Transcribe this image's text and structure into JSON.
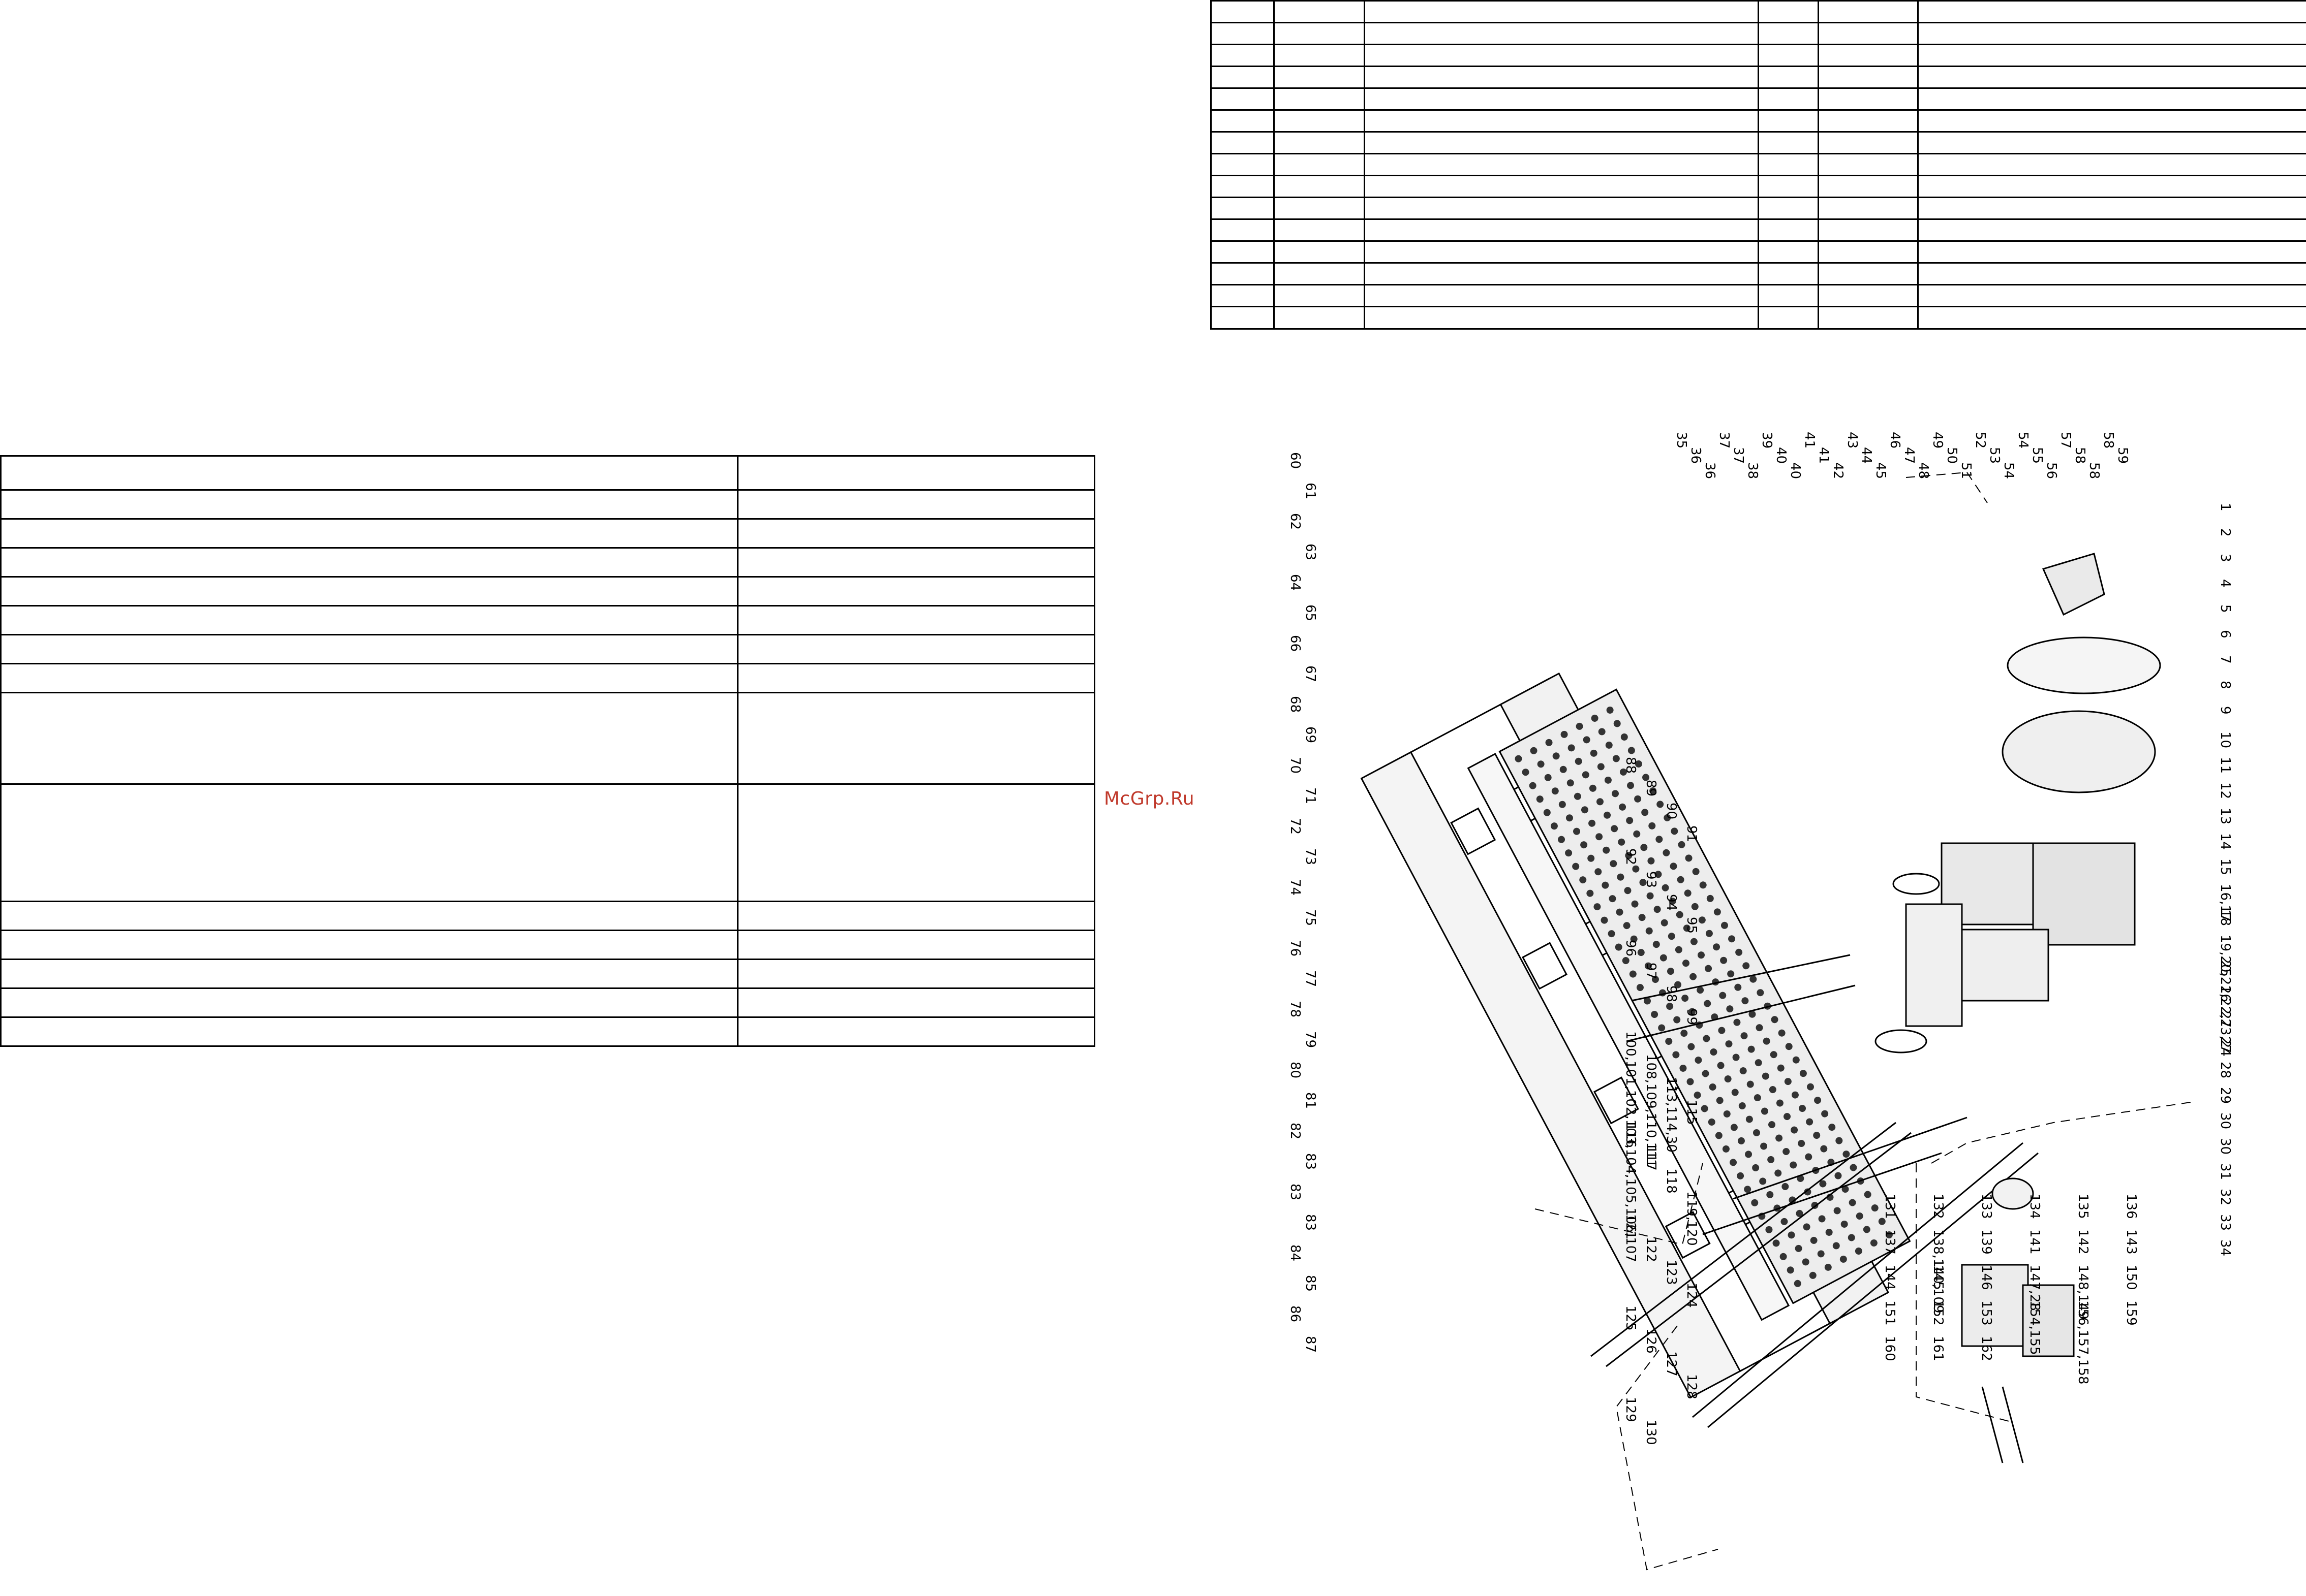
{
  "watermark": {
    "text": "McGrp.Ru"
  },
  "table_top": {
    "columns": 6,
    "rows": 15
  },
  "table_left": {
    "columns": 2,
    "rows": 20
  },
  "diagram_callouts": [
    "1",
    "2",
    "3",
    "4",
    "5",
    "6",
    "7",
    "8",
    "9",
    "10",
    "11",
    "12",
    "13",
    "14",
    "15",
    "16,17",
    "18",
    "19,20,21,22,23,24",
    "25",
    "26",
    "27",
    "27",
    "28",
    "29",
    "30",
    "30",
    "31",
    "32",
    "33",
    "34",
    "35",
    "36",
    "36",
    "37",
    "37",
    "38",
    "39",
    "40",
    "40",
    "41",
    "41",
    "42",
    "43",
    "44",
    "45",
    "46",
    "47",
    "48",
    "49",
    "50",
    "51",
    "52",
    "53",
    "54",
    "54",
    "55",
    "56",
    "57",
    "58",
    "58",
    "58",
    "59",
    "60",
    "61",
    "62",
    "63",
    "64",
    "65",
    "66",
    "67",
    "68",
    "69",
    "70",
    "71",
    "72",
    "73",
    "74",
    "75",
    "76",
    "77",
    "78",
    "79",
    "80",
    "81",
    "82",
    "83",
    "83",
    "83",
    "84",
    "85",
    "86",
    "87",
    "88",
    "89",
    "90",
    "91",
    "92",
    "93",
    "94",
    "95",
    "96",
    "97",
    "98",
    "99",
    "100,101,102,103,104,105,106,107",
    "108,109,110,111",
    "113,114,30",
    "115",
    "116",
    "117",
    "118",
    "119,120",
    "121",
    "122",
    "123",
    "124",
    "125",
    "126",
    "127",
    "128",
    "129",
    "130",
    "131",
    "132",
    "133",
    "134",
    "135",
    "136",
    "137",
    "138,140,109",
    "139",
    "141",
    "142",
    "143",
    "144",
    "145",
    "146",
    "147,28",
    "148,149",
    "150",
    "151",
    "152",
    "153",
    "154,155",
    "156,157,158",
    "159",
    "160",
    "161",
    "162"
  ]
}
